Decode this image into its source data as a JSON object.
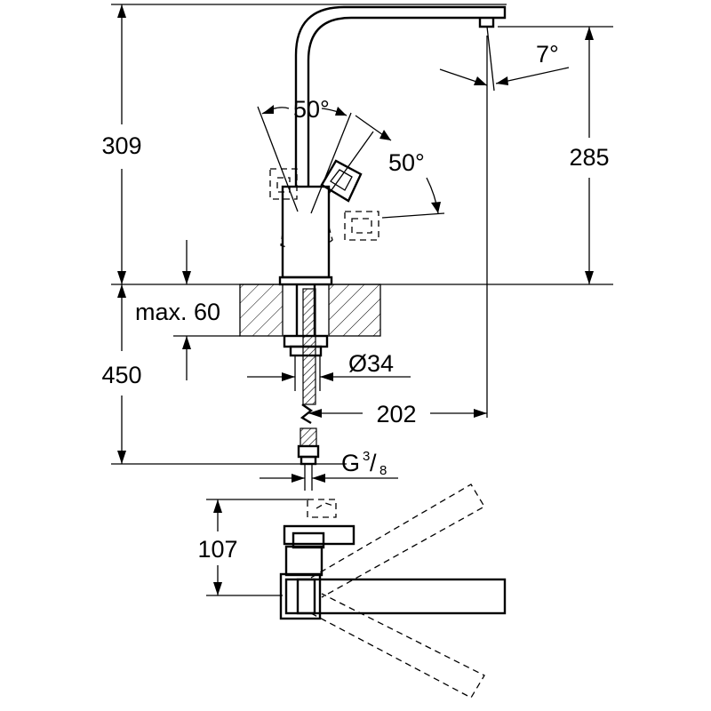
{
  "dimensions": {
    "total_height": "309",
    "spout_height": "285",
    "spout_tilt": "7°",
    "lever_angle_left": "50°",
    "lever_angle_right": "50°",
    "max_deck": "max. 60",
    "hose_length": "450",
    "hole_diameter": "Ø34",
    "spout_reach": "202",
    "thread_prefix": "G",
    "thread_num": "3",
    "thread_slash": "/",
    "thread_den": "8",
    "plan_depth": "107"
  },
  "colors": {
    "line": "#000000",
    "background": "#ffffff"
  }
}
